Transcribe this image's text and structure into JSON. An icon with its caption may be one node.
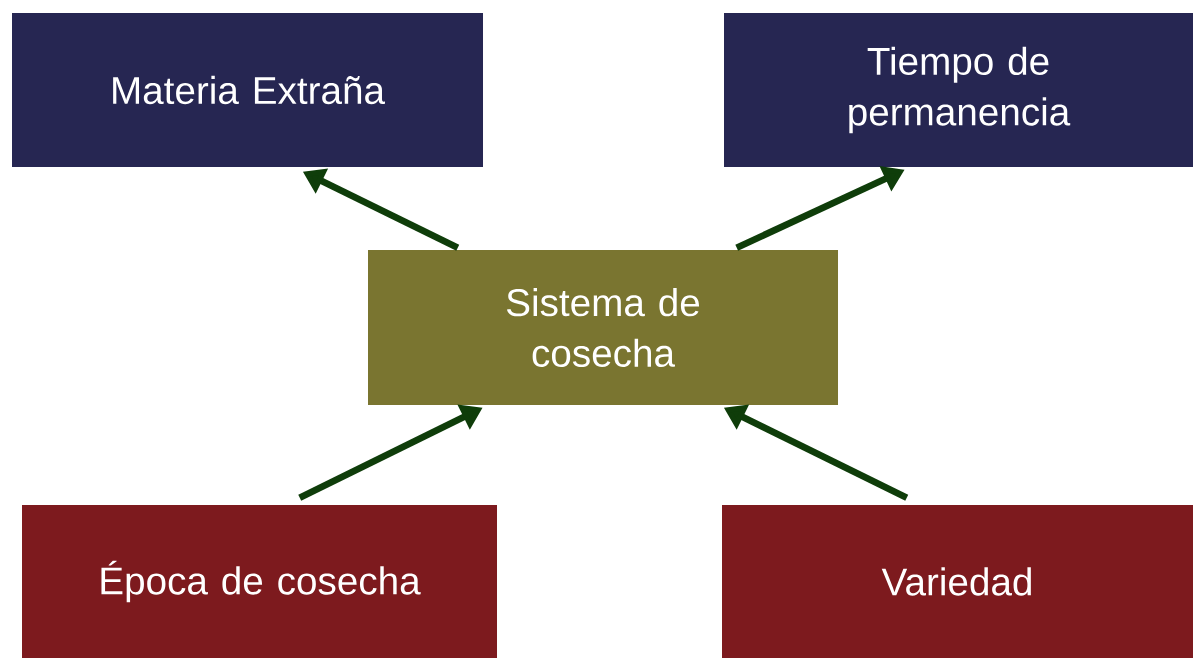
{
  "diagram": {
    "nodes": [
      {
        "text": [
          "Materia Extraña"
        ]
      },
      {
        "text": [
          "Tiempo de permanencia"
        ]
      },
      {
        "text": [
          "Sistema de cosecha"
        ]
      },
      {
        "text": [
          "Época de cosecha"
        ]
      },
      {
        "text": [
          "Variedad"
        ]
      }
    ],
    "edges": [
      {
        "from": 2,
        "to": 0,
        "arrow": "to"
      },
      {
        "from": 2,
        "to": 1,
        "arrow": "to"
      },
      {
        "from": 3,
        "to": 2,
        "arrow": "to"
      },
      {
        "from": 4,
        "to": 2,
        "arrow": "to"
      }
    ]
  }
}
